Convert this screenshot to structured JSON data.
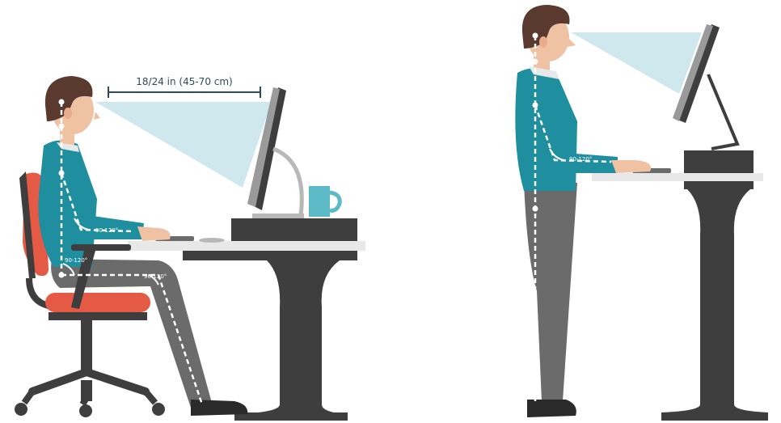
{
  "seated": {
    "distance_label": "18/24 in (45-70 cm)",
    "elbow_angle_label": "90-120°",
    "hip_angle_label": "90-120°",
    "knee_angle_label": "90-120°"
  },
  "standing": {
    "elbow_angle_label": "90-120°"
  },
  "colors": {
    "shirt": "#1f8fa0",
    "pants": "#6b6b6b",
    "hair": "#5a3a2e",
    "skin": "#f0c2a4",
    "chair_seat": "#e55a45",
    "desk": "#3e3e3e",
    "desktop": "#e8e8e8",
    "mug": "#5cb9c6",
    "sightline": "#cfe8ee",
    "guide": "#ffffff"
  }
}
